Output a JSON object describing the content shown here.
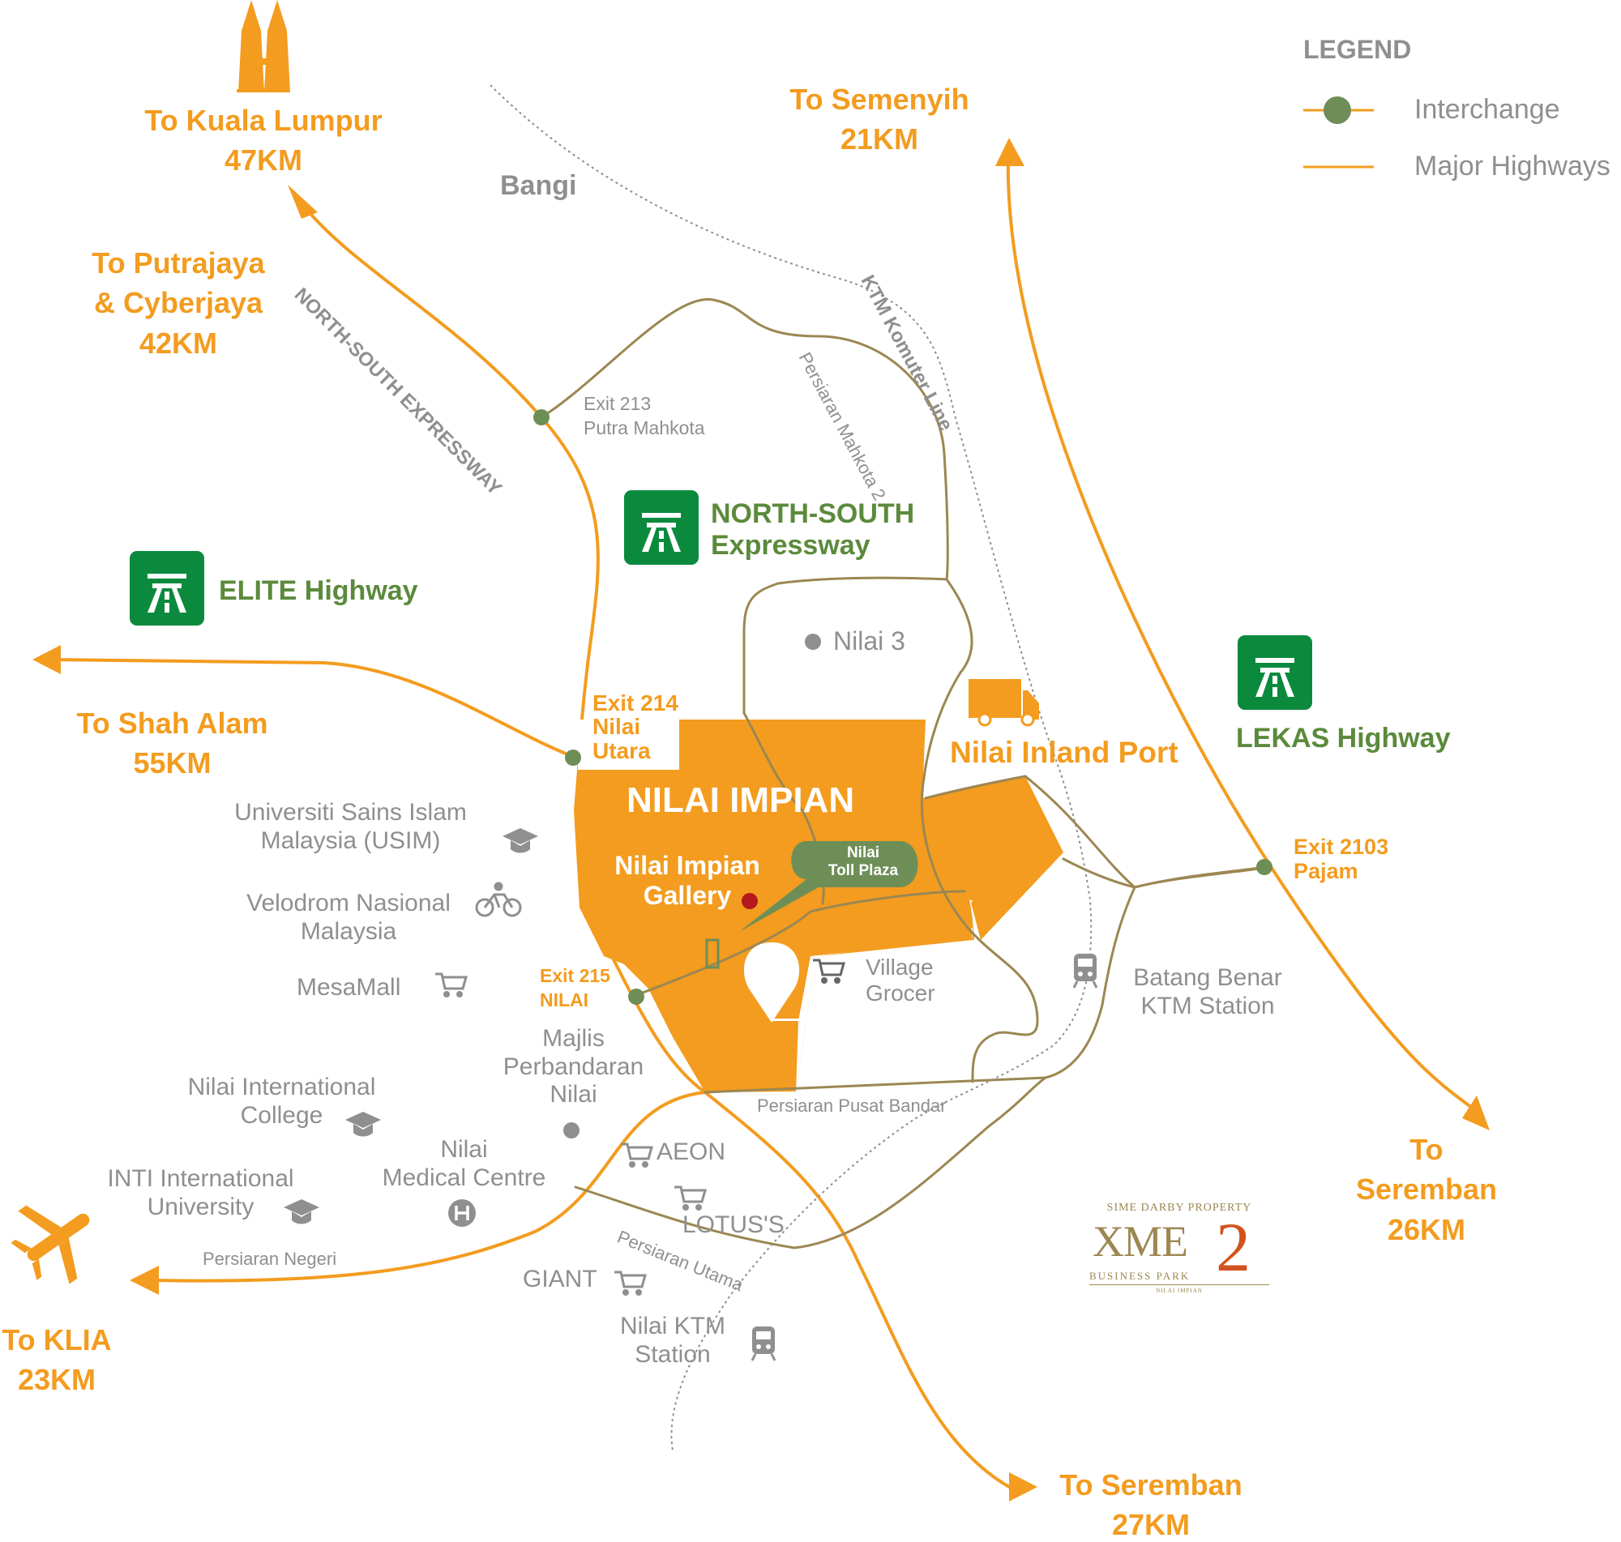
{
  "legend": {
    "title": "LEGEND",
    "items": [
      {
        "label": "Interchange",
        "symbol": "interchange"
      },
      {
        "label": "Major Highways",
        "symbol": "highway-line"
      }
    ]
  },
  "colors": {
    "highway": "#F39C1F",
    "road": "#9C8752",
    "interchange": "#6E8E57",
    "development": "#F39C1F",
    "label_grey": "#8F8F8F",
    "sign_green": "#0B8A3E",
    "gallery_dot": "#B5191D"
  },
  "destinations": {
    "kl": {
      "line1": "To Kuala Lumpur",
      "line2": "47KM"
    },
    "putrajaya": {
      "line1": "To Putrajaya",
      "line2": "& Cyberjaya",
      "line3": "42KM"
    },
    "semenyih": {
      "line1": "To Semenyih",
      "line2": "21KM"
    },
    "shah_alam": {
      "line1": "To Shah Alam",
      "line2": "55KM"
    },
    "seremban_26": {
      "line1": "To",
      "line2": "Seremban",
      "line3": "26KM"
    },
    "klia": {
      "line1": "To KLIA",
      "line2": "23KM"
    },
    "seremban_27": {
      "line1": "To Seremban",
      "line2": "27KM"
    }
  },
  "highways": {
    "north_south_sign": {
      "line1": "NORTH-SOUTH",
      "line2": "Expressway"
    },
    "elite_sign": {
      "label": "ELITE Highway"
    },
    "lekas_sign": {
      "label": "LEKAS Highway"
    },
    "north_south_road_label": "NORTH-SOUTH EXPRESSWAY",
    "ktm_line_label": "KTM Komuter Line",
    "persiaran_mahkota_2": "Persiaran Mahkota 2",
    "persiaran_pusat_bandar": "Persiaran Pusat Bandar",
    "persiaran_negeri": "Persiaran Negeri",
    "persiaran_utama": "Persiaran Utama"
  },
  "exits": {
    "exit213": {
      "line1": "Exit 213",
      "line2": "Putra Mahkota"
    },
    "exit214": {
      "line1": "Exit 214",
      "line2": "Nilai",
      "line3": "Utara"
    },
    "exit215": {
      "line1": "Exit 215",
      "line2": "NILAI"
    },
    "exit2103": {
      "line1": "Exit 2103",
      "line2": "Pajam"
    }
  },
  "places": {
    "bangi": "Bangi",
    "nilai3": "Nilai 3",
    "nilai_inland_port": "Nilai Inland Port",
    "nilai_impian": "NILAI IMPIAN",
    "gallery": {
      "line1": "Nilai Impian",
      "line2": "Gallery"
    },
    "toll_plaza": {
      "line1": "Nilai",
      "line2": "Toll Plaza"
    },
    "village_grocer": {
      "line1": "Village",
      "line2": "Grocer"
    },
    "batang_benar": {
      "line1": "Batang Benar",
      "line2": "KTM Station"
    },
    "usim": {
      "line1": "Universiti Sains Islam",
      "line2": "Malaysia (USIM)"
    },
    "velodrom": {
      "line1": "Velodrom Nasional",
      "line2": "Malaysia"
    },
    "mesamall": "MesaMall",
    "majlis": {
      "line1": "Majlis",
      "line2": "Perbandaran",
      "line3": "Nilai"
    },
    "nilai_intl_college": {
      "line1": "Nilai International",
      "line2": "College"
    },
    "aeon": "AEON",
    "inti": {
      "line1": "INTI International",
      "line2": "University"
    },
    "nilai_medical": {
      "line1": "Nilai",
      "line2": "Medical Centre"
    },
    "lotus": "LOTUS'S",
    "giant": "GIANT",
    "nilai_ktm": {
      "line1": "Nilai KTM",
      "line2": "Station"
    }
  },
  "logo": {
    "company": "SIME DARBY PROPERTY",
    "name": "XME",
    "number": "2",
    "sub": "BUSINESS PARK",
    "tagline": "NILAI IMPIAN"
  }
}
